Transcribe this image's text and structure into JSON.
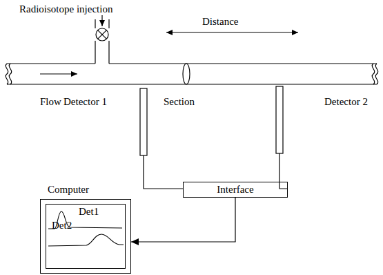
{
  "diagram": {
    "nodes": [
      {
        "text": [
          "Computer"
        ]
      },
      {
        "text": [
          "Det1",
          "Det2"
        ],
        "in": 0
      },
      {
        "text": [
          "Interface"
        ]
      }
    ],
    "edges": [
      {
        "from": 2,
        "to": 0,
        "arrow": "to"
      }
    ],
    "labels": [
      "Radioisotope injection",
      "Distance",
      "Flow",
      "Detector 1",
      "Section",
      "Detector 2"
    ]
  }
}
